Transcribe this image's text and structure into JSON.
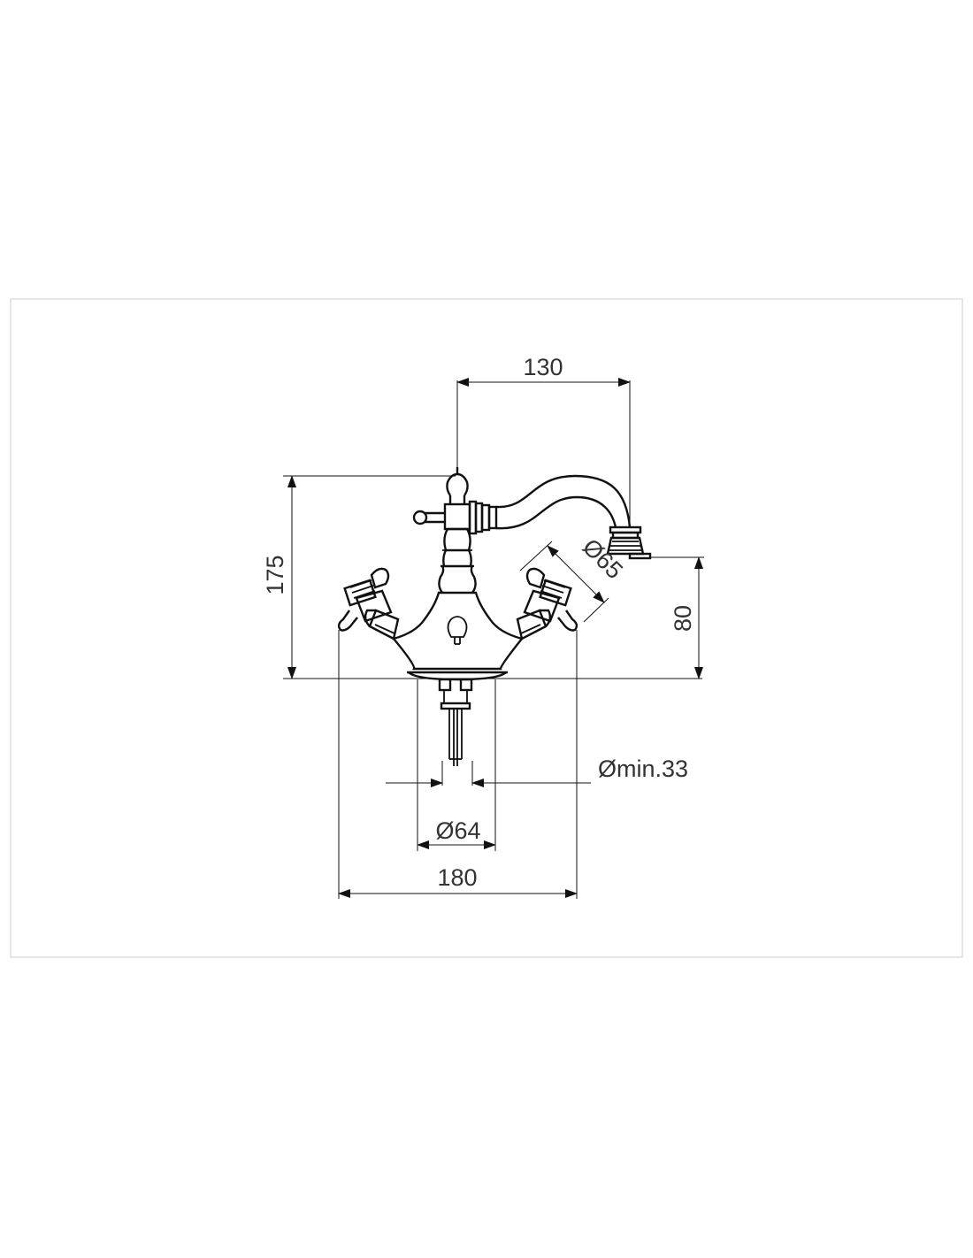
{
  "colors": {
    "background": "#ffffff",
    "frame": "#dddddd",
    "line": "#111111",
    "text": "#333333"
  },
  "dimensions": {
    "spout_reach": "130",
    "total_height": "175",
    "spout_outlet_height": "80",
    "aerator_diameter": "Ø65",
    "hole_min_diameter": "Ømin.33",
    "base_diameter": "Ø64",
    "total_width": "180"
  }
}
